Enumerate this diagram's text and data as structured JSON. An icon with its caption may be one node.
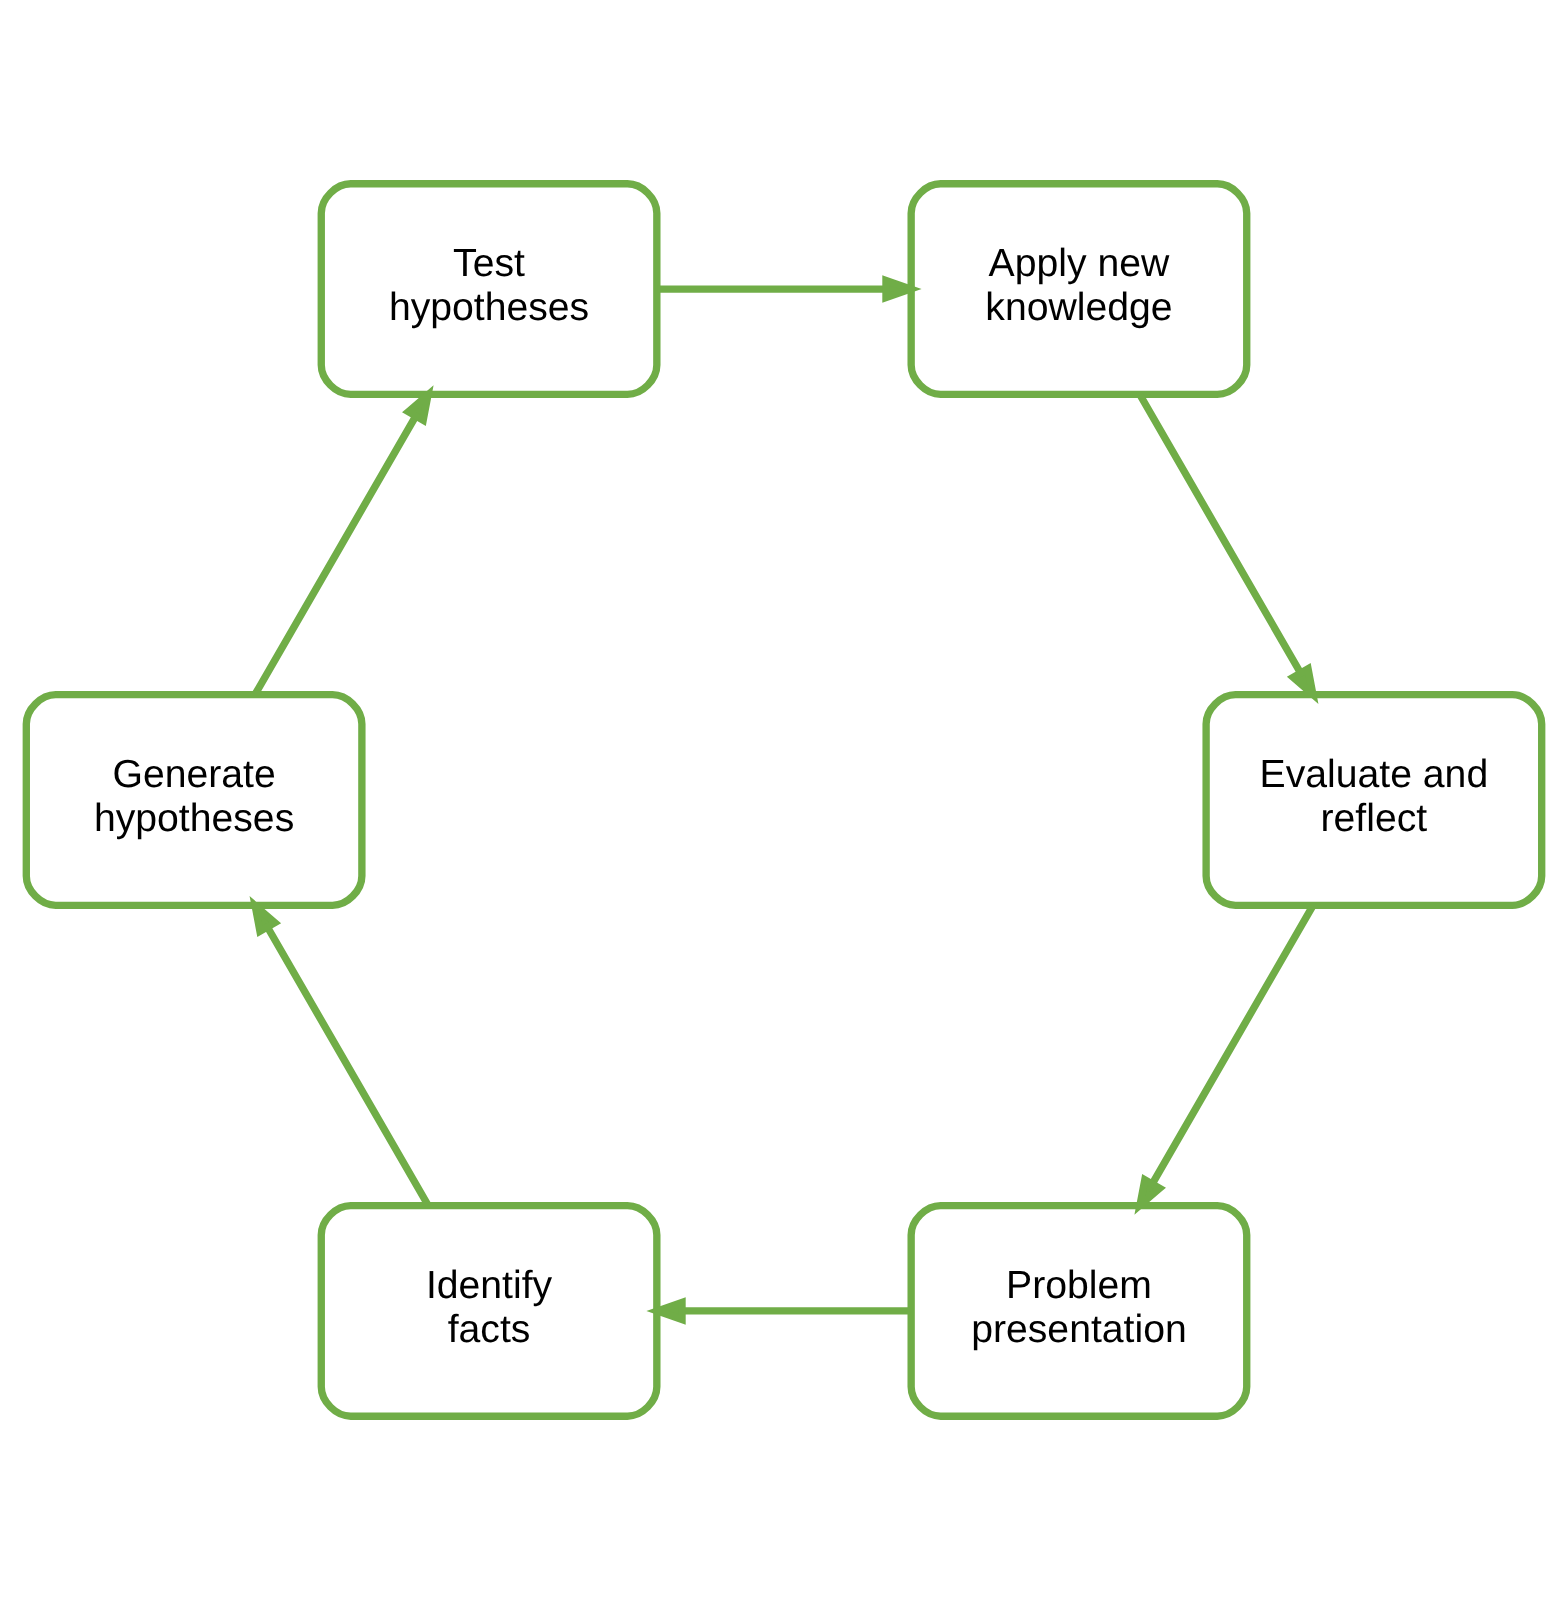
{
  "diagram": {
    "nodes": [
      {
        "text": [
          "Problem presentation"
        ]
      },
      {
        "text": [
          "Identify facts"
        ]
      },
      {
        "text": [
          "Generate hypotheses"
        ]
      },
      {
        "text": [
          "Test hypotheses"
        ]
      },
      {
        "text": [
          "Apply new knowledge"
        ]
      },
      {
        "text": [
          "Evaluate and reflect"
        ]
      }
    ],
    "edges": [
      {
        "from": 0,
        "to": 1,
        "arrow": "to"
      },
      {
        "from": 1,
        "to": 2,
        "arrow": "to"
      },
      {
        "from": 2,
        "to": 3,
        "arrow": "to"
      },
      {
        "from": 3,
        "to": 4,
        "arrow": "to"
      },
      {
        "from": 4,
        "to": 5,
        "arrow": "to"
      },
      {
        "from": 5,
        "to": 0,
        "arrow": "to"
      }
    ]
  }
}
